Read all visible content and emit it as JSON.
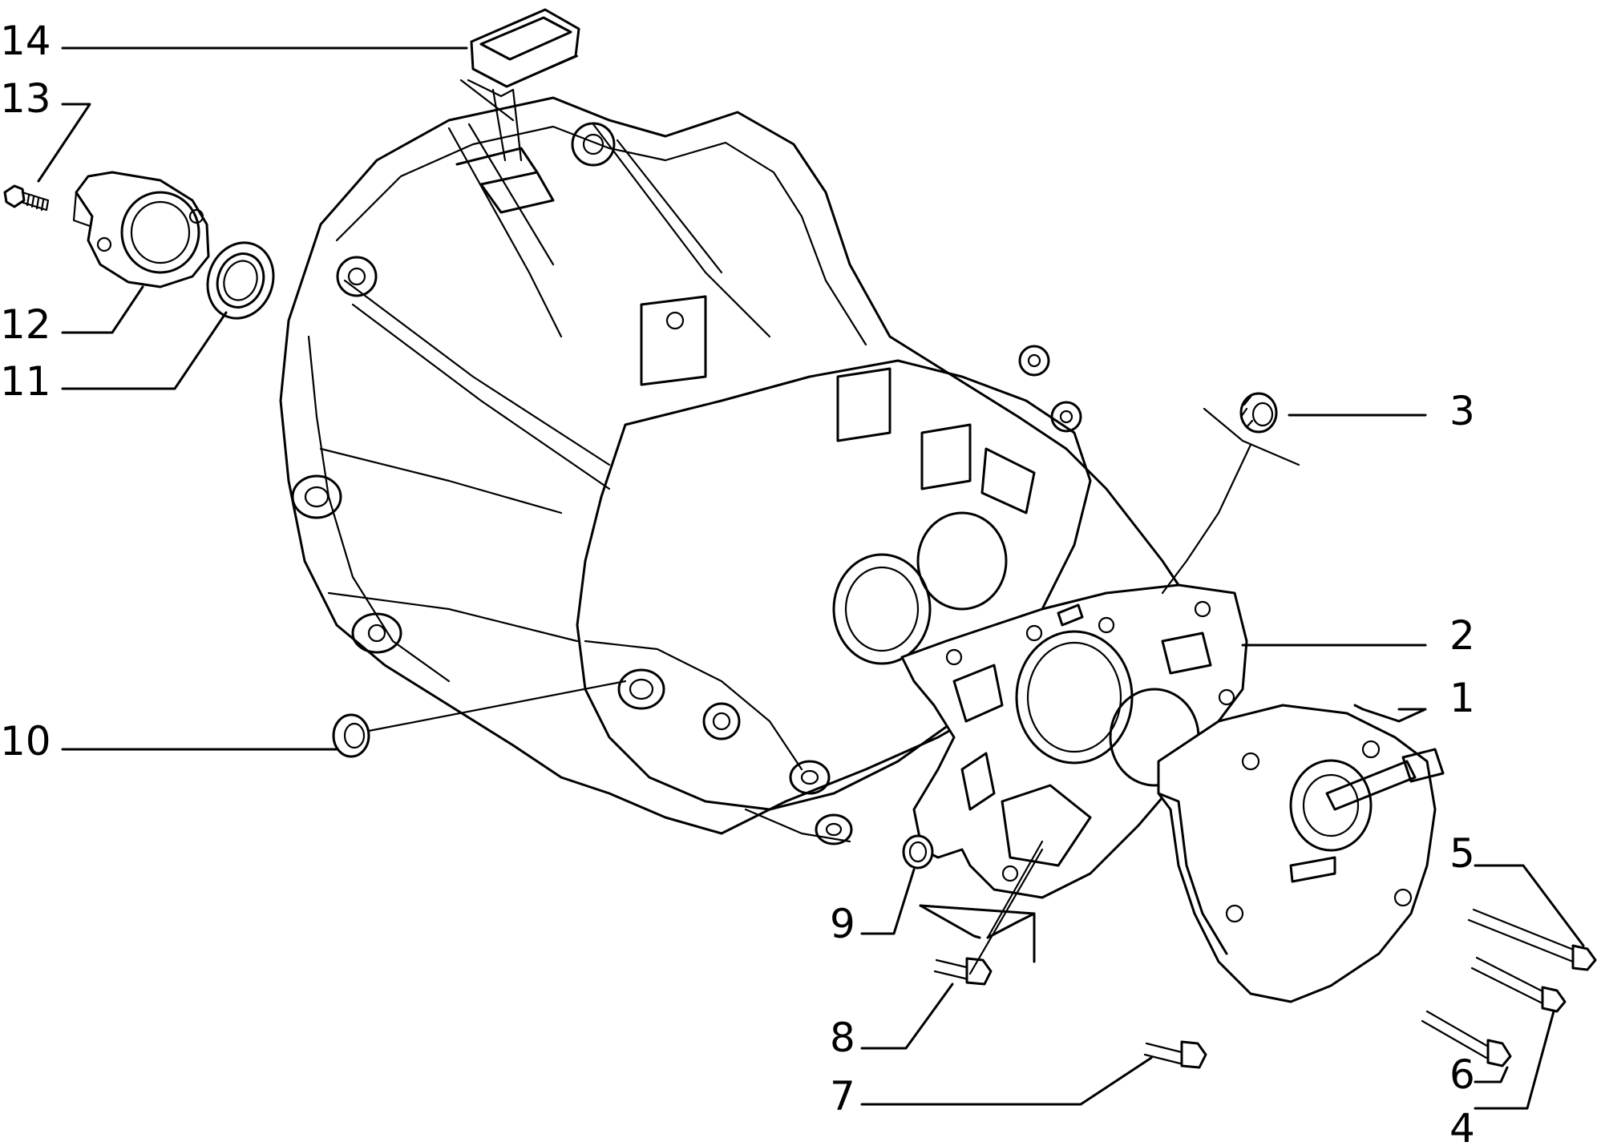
{
  "callouts": [
    "1",
    "2",
    "3",
    "4",
    "5",
    "6",
    "7",
    "8",
    "9",
    "10",
    "11",
    "12",
    "13",
    "14"
  ],
  "colors": {
    "line": "#000000",
    "background": "#ffffff"
  }
}
